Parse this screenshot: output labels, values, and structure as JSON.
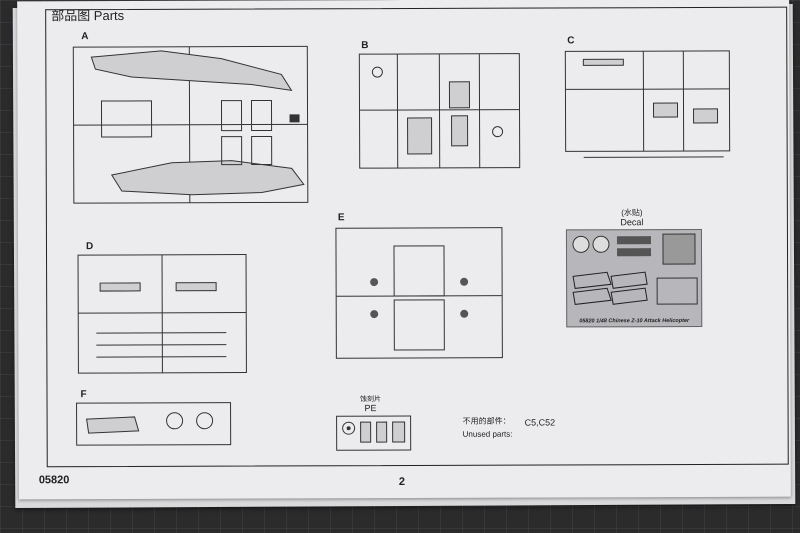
{
  "page": {
    "title": "部品图 Parts",
    "kit_number": "05820",
    "page_number": "2"
  },
  "sprues": [
    "A",
    "B",
    "C",
    "D",
    "E",
    "F"
  ],
  "decal": {
    "title_cn": "(水贴)",
    "title_en": "Decal",
    "caption": "05820 1/48 Chinese Z-10 Attack Helicopter"
  },
  "photo_etch": {
    "label_cn": "蚀刻片",
    "label_en": "PE"
  },
  "unused_parts": {
    "label_cn": "不用的部件：",
    "label_en": "Unused parts:",
    "value": "C5,C52"
  },
  "colors": {
    "mat": "#2b2b2c",
    "paper": "#ececee",
    "ink": "#222222",
    "decal_sheet": "#b7b7bb"
  }
}
